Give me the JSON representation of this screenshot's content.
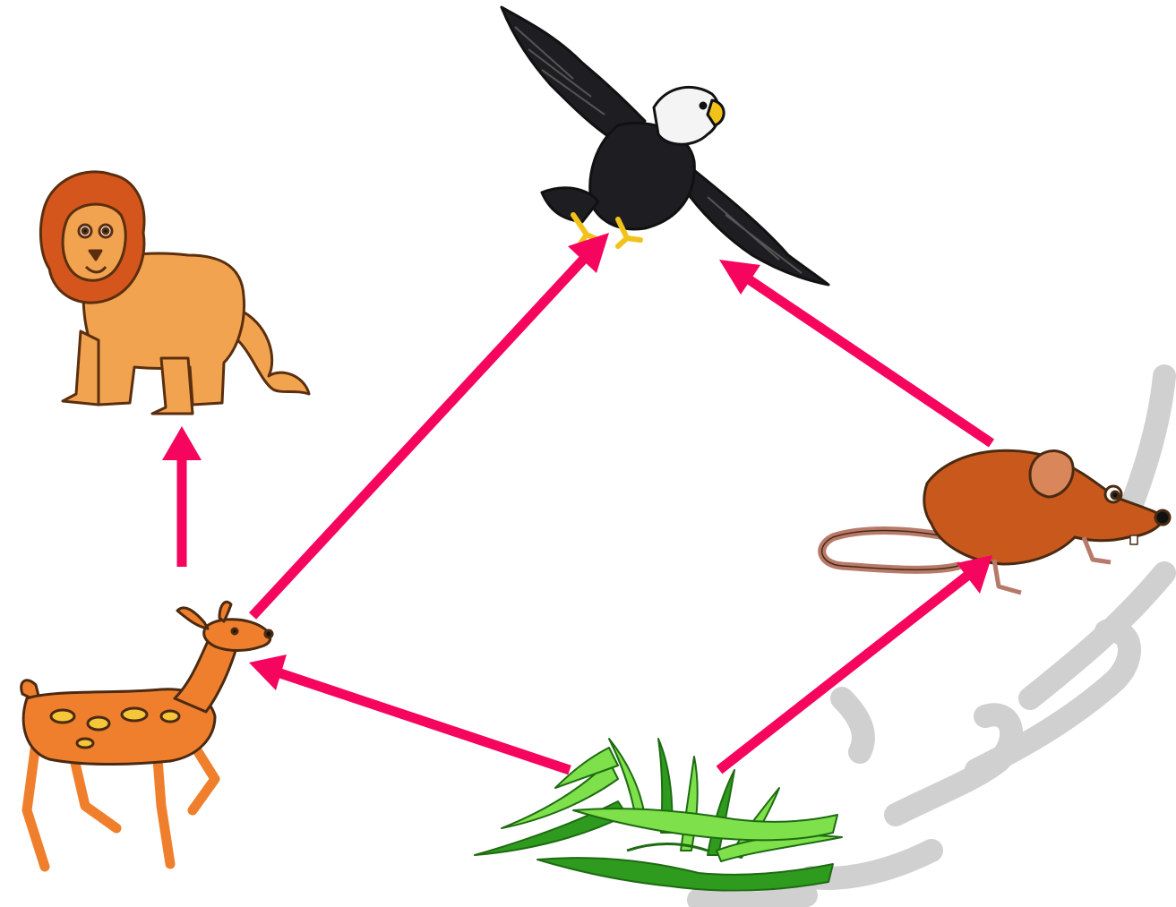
{
  "diagram": {
    "type": "food-web",
    "nodes": [
      {
        "id": "eagle",
        "icon": "eagle-icon"
      },
      {
        "id": "lion",
        "icon": "lion-icon"
      },
      {
        "id": "mouse",
        "icon": "mouse-icon"
      },
      {
        "id": "deer",
        "icon": "deer-icon"
      },
      {
        "id": "grass",
        "icon": "grass-icon"
      }
    ],
    "edges": [
      {
        "from": "deer",
        "to": "lion"
      },
      {
        "from": "deer",
        "to": "eagle"
      },
      {
        "from": "mouse",
        "to": "eagle"
      },
      {
        "from": "grass",
        "to": "deer"
      },
      {
        "from": "grass",
        "to": "mouse"
      }
    ]
  },
  "colors": {
    "arrow": "#f5055e",
    "background": "#ffffff",
    "watermark": "#c8c8c8",
    "eagle_body": "#1e1e22",
    "eagle_head": "#f4f4f4",
    "eagle_beak": "#f2c21a",
    "lion_body": "#f2a34f",
    "lion_mane": "#d4561c",
    "mouse_body": "#c8581c",
    "mouse_tail": "#b77a6a",
    "deer_body": "#ef7f2c",
    "deer_spots": "#f5c53a",
    "grass_light": "#7ee04a",
    "grass_dark": "#2e9a1e",
    "outline": "#4a2a12"
  }
}
